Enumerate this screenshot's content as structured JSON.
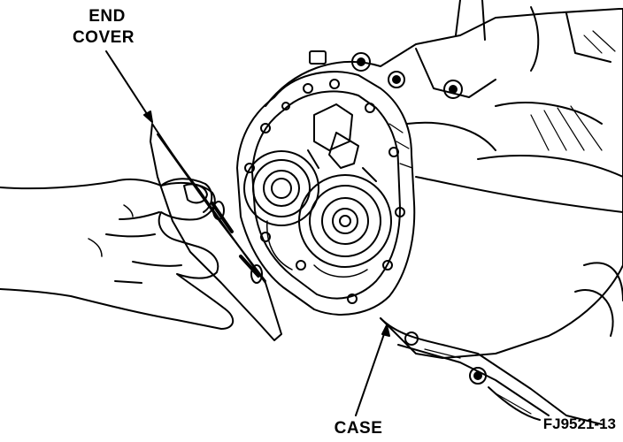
{
  "labels": {
    "end_cover_line1": "END",
    "end_cover_line2": "COVER",
    "case": "CASE",
    "figure_id": "FJ9521-13"
  },
  "colors": {
    "ink": "#000000",
    "paper": "#ffffff"
  }
}
